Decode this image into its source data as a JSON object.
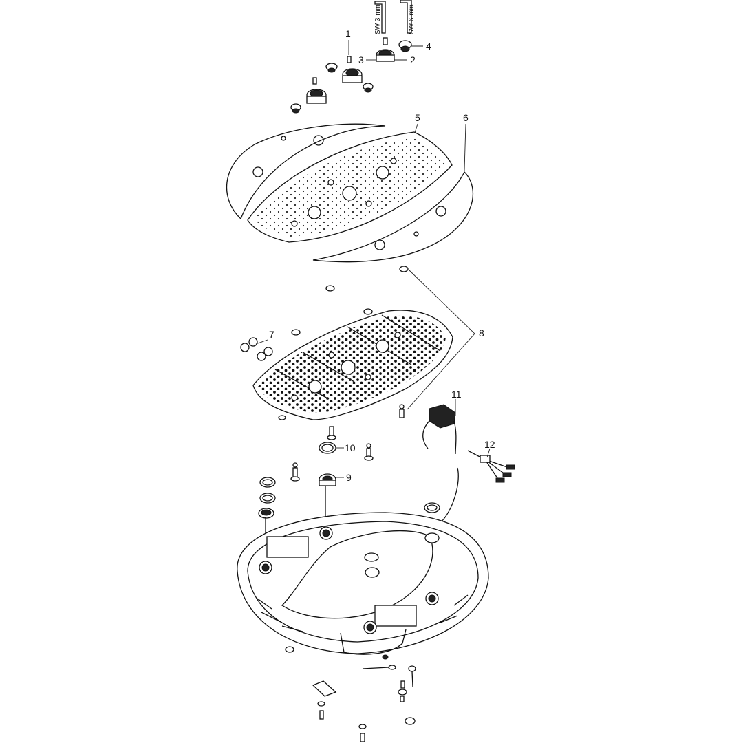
{
  "diagram": {
    "part_labels": [
      "1",
      "2",
      "3",
      "4",
      "5",
      "6",
      "7",
      "8",
      "9",
      "10",
      "11",
      "12"
    ],
    "tools": [
      "SW 3 mm",
      "SW 6 mm"
    ]
  }
}
